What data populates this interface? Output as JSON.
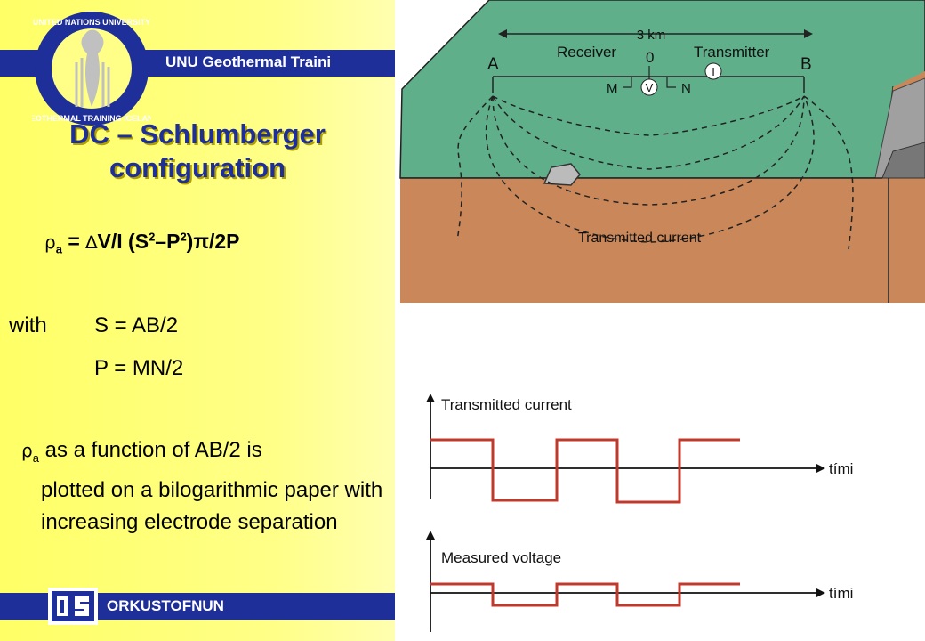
{
  "header": {
    "band_label": "UNU Geothermal Traini",
    "logo_alt": "UNITED NATIONS UNIVERSITY GEOTHERMAL TRAINING ICELAND"
  },
  "title": {
    "line1": "DC – Schlumberger",
    "line2": "configuration"
  },
  "formula": {
    "rho": "ρ",
    "sub_a": "a",
    "eq": " = ",
    "delta": "∆",
    "rest_a": "V/I (S",
    "sup2a": "2",
    "dash": "–P",
    "sup2b": "2",
    "rest_b": ")π/2P"
  },
  "definitions": {
    "with": "with",
    "s_def": "S = AB/2",
    "p_def": "P = MN/2"
  },
  "bullet": {
    "rho": "ρ",
    "sub_a": "a",
    "text_first": " as a function of AB/2 is",
    "text_rest": "plotted on a bilogarithmic paper with increasing electrode separation"
  },
  "footer": {
    "band_label": "ORKUSTOFNUN"
  },
  "diagram": {
    "distance": "3 km",
    "receiver": "Receiver",
    "transmitter": "Transmitter",
    "a": "A",
    "b": "B",
    "zero": "0",
    "m": "M",
    "n": "N",
    "v": "V",
    "i": "I",
    "transmitted_current": "Transmitted current"
  },
  "waveforms": {
    "top_label": "Transmitted current",
    "bottom_label": "Measured voltage",
    "axis_label_top": "tími",
    "axis_label_bottom": "tími"
  },
  "colors": {
    "band": "#1f2f99",
    "slide_bg": "#ffff66",
    "ground_top": "#5fb08a",
    "ground_bottom": "#c9875a",
    "wave": "#c0392b"
  }
}
